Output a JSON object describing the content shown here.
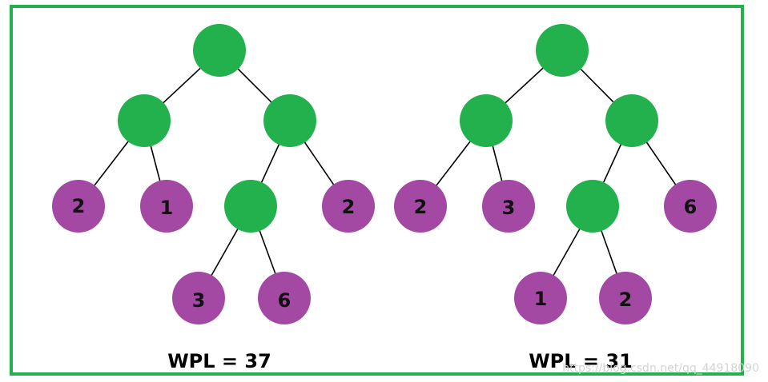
{
  "colors": {
    "frame": "#22b14c",
    "internal_node": "#22b14c",
    "leaf_node": "#a349a4",
    "edge": "#000000"
  },
  "trees": [
    {
      "wpl_label": "WPL = 37",
      "leaves": [
        {
          "id": "a",
          "weight": "2"
        },
        {
          "id": "b",
          "weight": "1"
        },
        {
          "id": "c",
          "weight": "3"
        },
        {
          "id": "d",
          "weight": "6"
        },
        {
          "id": "e",
          "weight": "2"
        }
      ]
    },
    {
      "wpl_label": "WPL = 31",
      "leaves": [
        {
          "id": "a",
          "weight": "2"
        },
        {
          "id": "b",
          "weight": "3"
        },
        {
          "id": "c",
          "weight": "1"
        },
        {
          "id": "d",
          "weight": "2"
        },
        {
          "id": "e",
          "weight": "6"
        }
      ]
    }
  ],
  "watermark": "https://blog.csdn.net/qq_44918090"
}
